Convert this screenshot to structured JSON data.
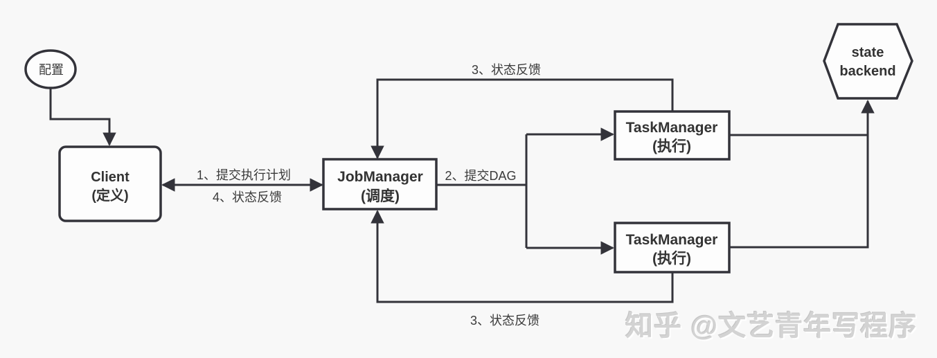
{
  "diagram": {
    "nodes": {
      "config": {
        "label": "配置"
      },
      "client": {
        "title": "Client",
        "subtitle": "(定义)"
      },
      "job_manager": {
        "title": "JobManager",
        "subtitle": "(调度)"
      },
      "task_manager_top": {
        "title": "TaskManager",
        "subtitle": "(执行)"
      },
      "task_manager_bottom": {
        "title": "TaskManager",
        "subtitle": "(执行)"
      },
      "state_backend": {
        "title_line1": "state",
        "title_line2": "backend"
      }
    },
    "edge_labels": {
      "submit_plan": "1、提交执行计划",
      "feedback_step4": "4、状态反馈",
      "submit_dag": "2、提交DAG",
      "feedback_step3_top": "3、状态反馈",
      "feedback_step3_bottom": "3、状态反馈"
    },
    "colors": {
      "background": "#f8f8f8",
      "node_fill": "#fdfdfd",
      "stroke": "#33333a",
      "text": "#333333",
      "watermark": "#d3d3d3"
    }
  },
  "watermark": {
    "text": "知乎 @文艺青年写程序"
  }
}
